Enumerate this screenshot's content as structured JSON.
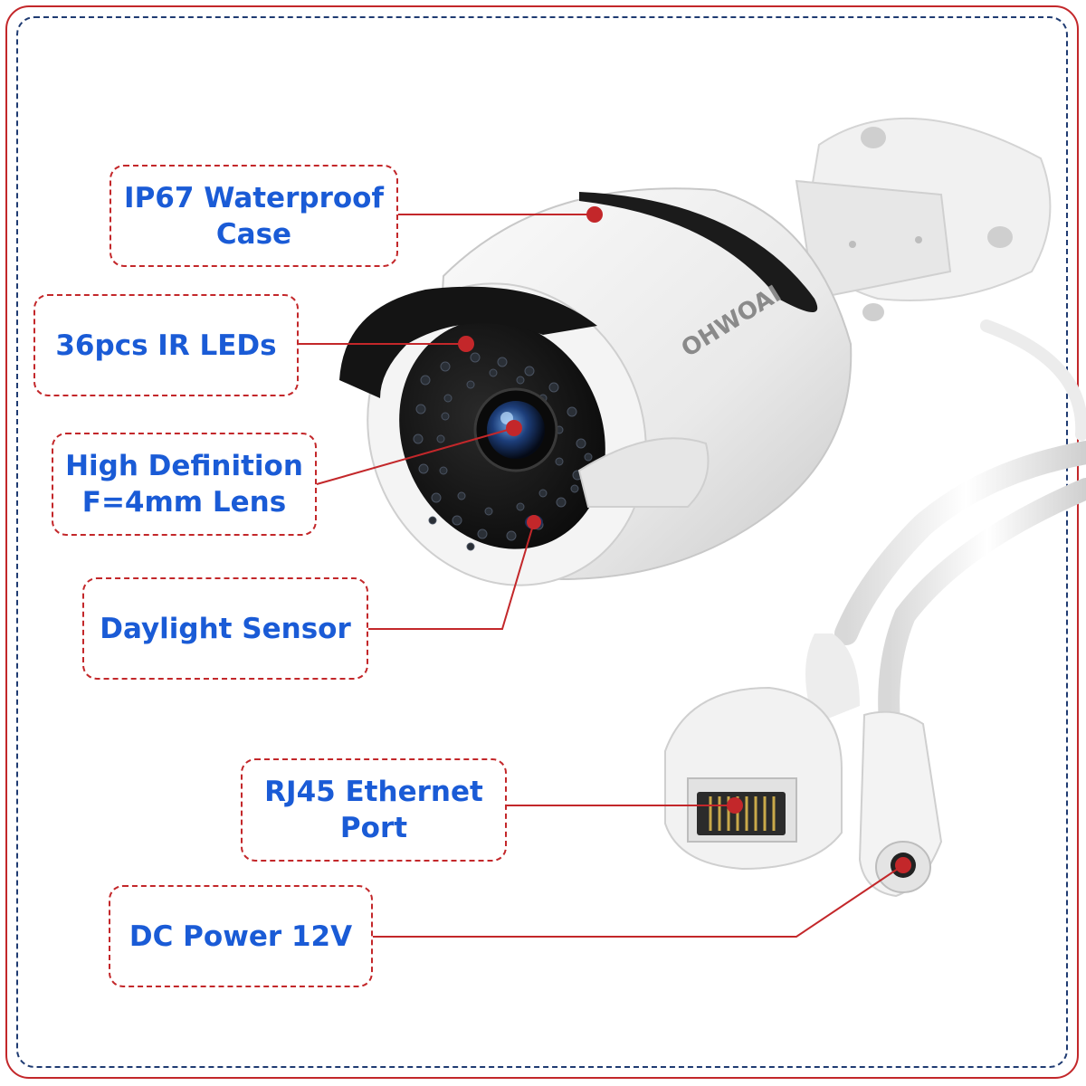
{
  "brand": {
    "logo_text": "OHWOAI"
  },
  "labels": {
    "waterproof_case": "IP67 Waterproof\nCase",
    "ir_leds": "36pcs IR LEDs",
    "lens": "High Definition\nF=4mm Lens",
    "daylight_sensor": "Daylight Sensor",
    "rj45_port": "RJ45 Ethernet\nPort",
    "dc_power": "DC Power 12V"
  },
  "colors": {
    "label_text": "#1a5bd6",
    "callout_red": "#c3272a",
    "frame_navy": "#1f3b72"
  }
}
